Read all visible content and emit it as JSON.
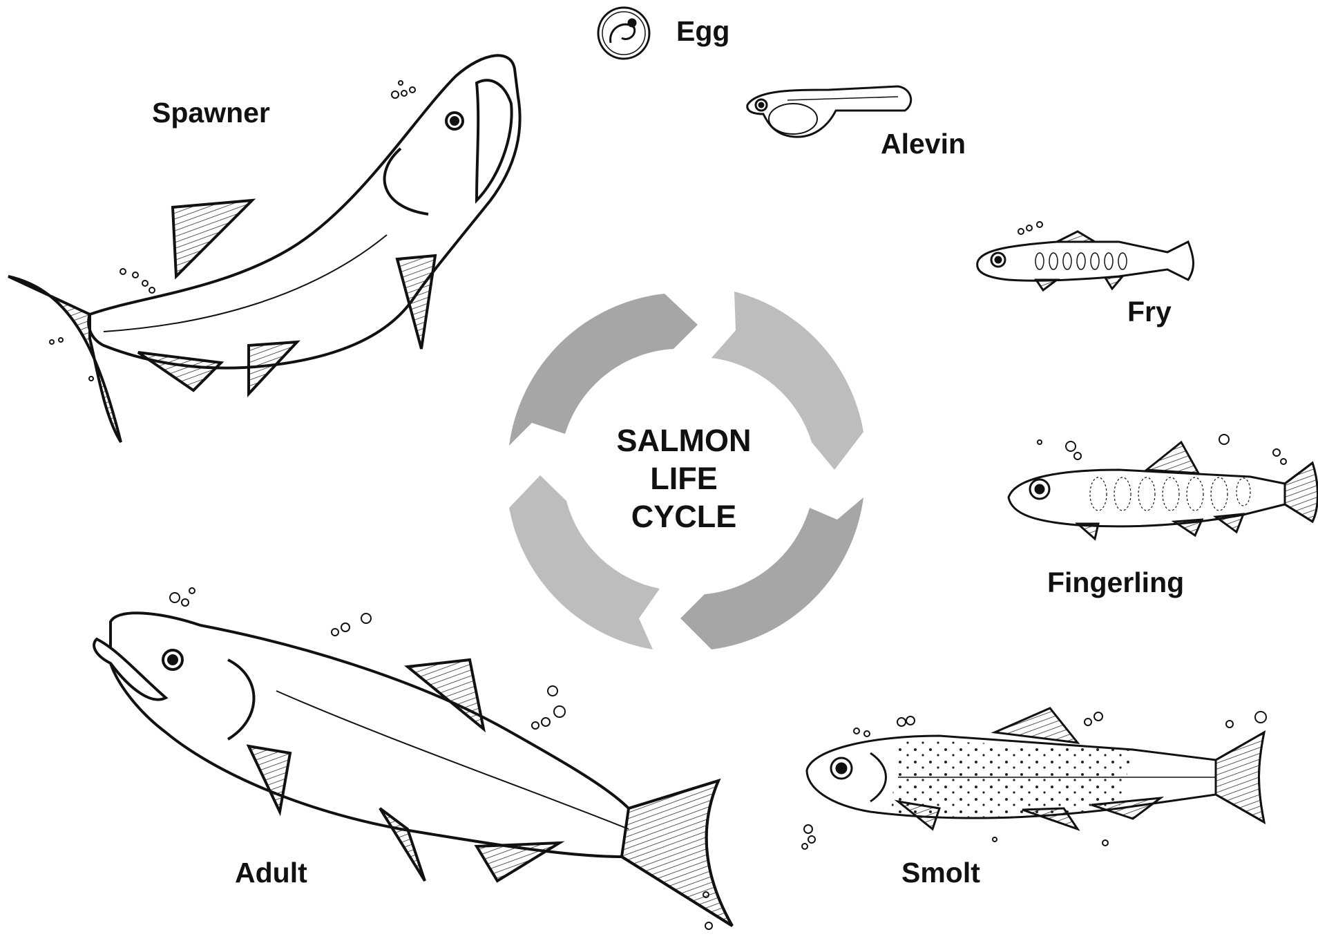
{
  "title": {
    "line1": "SALMON",
    "line2": "LIFE",
    "line3": "CYCLE"
  },
  "stages": {
    "egg": "Egg",
    "alevin": "Alevin",
    "fry": "Fry",
    "fingerling": "Fingerling",
    "smolt": "Smolt",
    "adult": "Adult",
    "spawner": "Spawner"
  },
  "colors": {
    "arrow_dark": "#a6a6a6",
    "arrow_light": "#bdbdbd",
    "outline": "#111111"
  }
}
